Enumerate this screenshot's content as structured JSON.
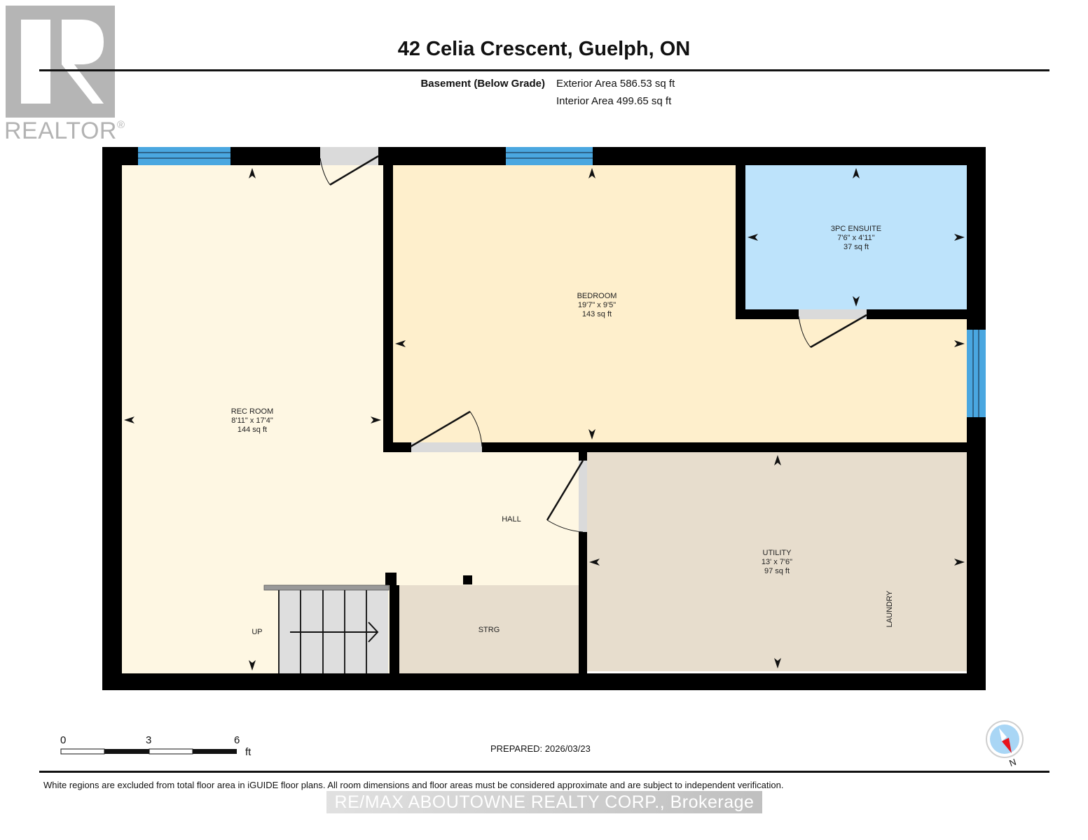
{
  "logo": {
    "brand": "REALTOR",
    "registered_mark": "®"
  },
  "header": {
    "title": "42 Celia Crescent, Guelph, ON",
    "floor_label": "Basement (Below Grade)",
    "exterior_area": "Exterior Area 586.53 sq ft",
    "interior_area": "Interior Area 499.65 sq ft"
  },
  "colors": {
    "wall": "#000000",
    "rec_room_fill": "#fef7e3",
    "bedroom_fill": "#feefcc",
    "ensuite_fill": "#bde3fb",
    "utility_fill": "#e7ddcd",
    "storage_fill": "#e7ddcd",
    "stairs_fill": "#dedede",
    "window_fill": "#4aa7e0",
    "door_opening_fill": "#dadada",
    "compass_ring": "#cfcfcf",
    "compass_face": "#a9d6f5",
    "compass_needle": "#e8131b"
  },
  "rooms": [
    {
      "name": "REC ROOM",
      "dimensions": "8'11\" x 17'4\"",
      "area": "144 sq ft"
    },
    {
      "name": "BEDROOM",
      "dimensions": "19'7\" x 9'5\"",
      "area": "143 sq ft"
    },
    {
      "name": "3PC ENSUITE",
      "dimensions": "7'6\" x 4'11\"",
      "area": "37 sq ft"
    },
    {
      "name": "UTILITY",
      "dimensions": "13' x 7'6\"",
      "area": "97 sq ft"
    },
    {
      "name": "HALL"
    },
    {
      "name": "STRG"
    },
    {
      "name": "LAUNDRY"
    },
    {
      "name": "UP"
    }
  ],
  "scale": {
    "ticks": [
      "0",
      "3",
      "6"
    ],
    "unit": "ft"
  },
  "prepared": "PREPARED: 2026/03/23",
  "compass": {
    "label": "N"
  },
  "footer": {
    "disclaimer": "White regions are excluded from total floor area in iGUIDE floor plans. All room dimensions and floor areas must be considered approximate and are subject to independent verification.",
    "brokerage": "RE/MAX ABOUTOWNE REALTY CORP., Brokerage"
  }
}
